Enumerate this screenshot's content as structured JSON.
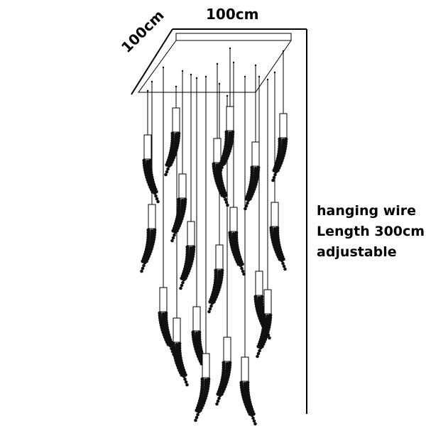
{
  "dimensions": {
    "width_label": "100cm",
    "depth_label": "100cm"
  },
  "wire_note": {
    "line1": "hanging wire",
    "line2": "Length 300cm",
    "line3": "adjustable"
  },
  "pendant_count": 20,
  "colors": {
    "line": "#000000",
    "crystal": "#111111",
    "background": "#ffffff"
  }
}
